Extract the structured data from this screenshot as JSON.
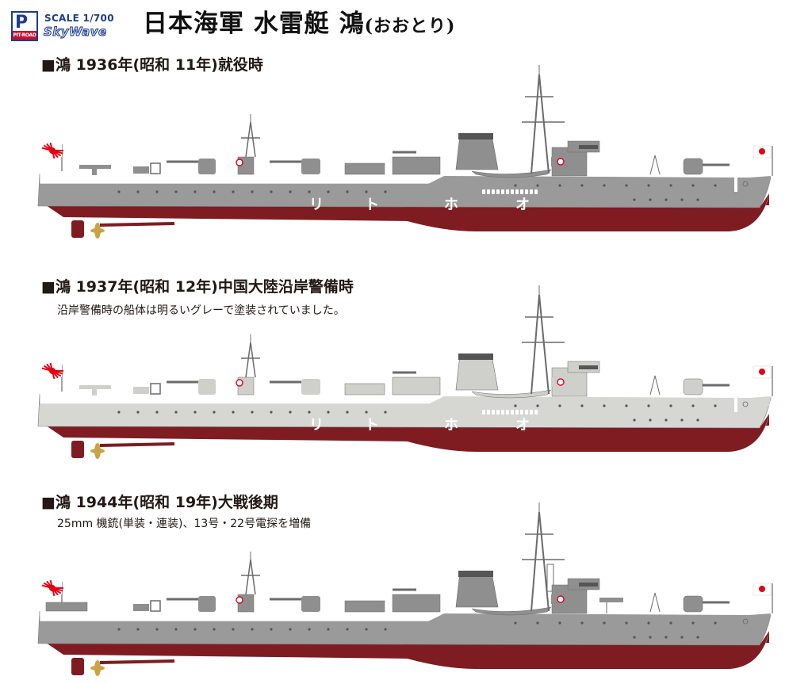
{
  "header": {
    "brand_logo_letter": "P",
    "brand_name": "PIT-ROAD",
    "scale": "SCALE 1/700",
    "series": "SkyWave",
    "title_main": "日本海軍 水雷艇 鴻",
    "title_reading": "(おおとり)"
  },
  "colors": {
    "hull_red": "#7e1c22",
    "hull_gray_dark": "#9a9a9a",
    "hull_gray_light": "#d6d6d2",
    "brand_blue": "#1e3c8c",
    "flag_red": "#e60012",
    "propeller": "#c8a445"
  },
  "sections": [
    {
      "heading": "■鴻 1936年(昭和 11年)就役時",
      "note": "",
      "hull_kana": [
        "リ",
        "ト",
        "ホ",
        "オ"
      ],
      "scheme": "dark-gray"
    },
    {
      "heading": "■鴻 1937年(昭和 12年)中国大陸沿岸警備時",
      "note": "沿岸警備時の船体は明るいグレーで塗装されていました。",
      "hull_kana": [
        "リ",
        "ト",
        "ホ",
        "オ"
      ],
      "scheme": "light-gray"
    },
    {
      "heading": "■鴻 1944年(昭和 19年)大戦後期",
      "note": "25mm 機銃(単装・連装)、13号・22号電探を増備",
      "hull_kana": [],
      "scheme": "dark-gray"
    }
  ]
}
